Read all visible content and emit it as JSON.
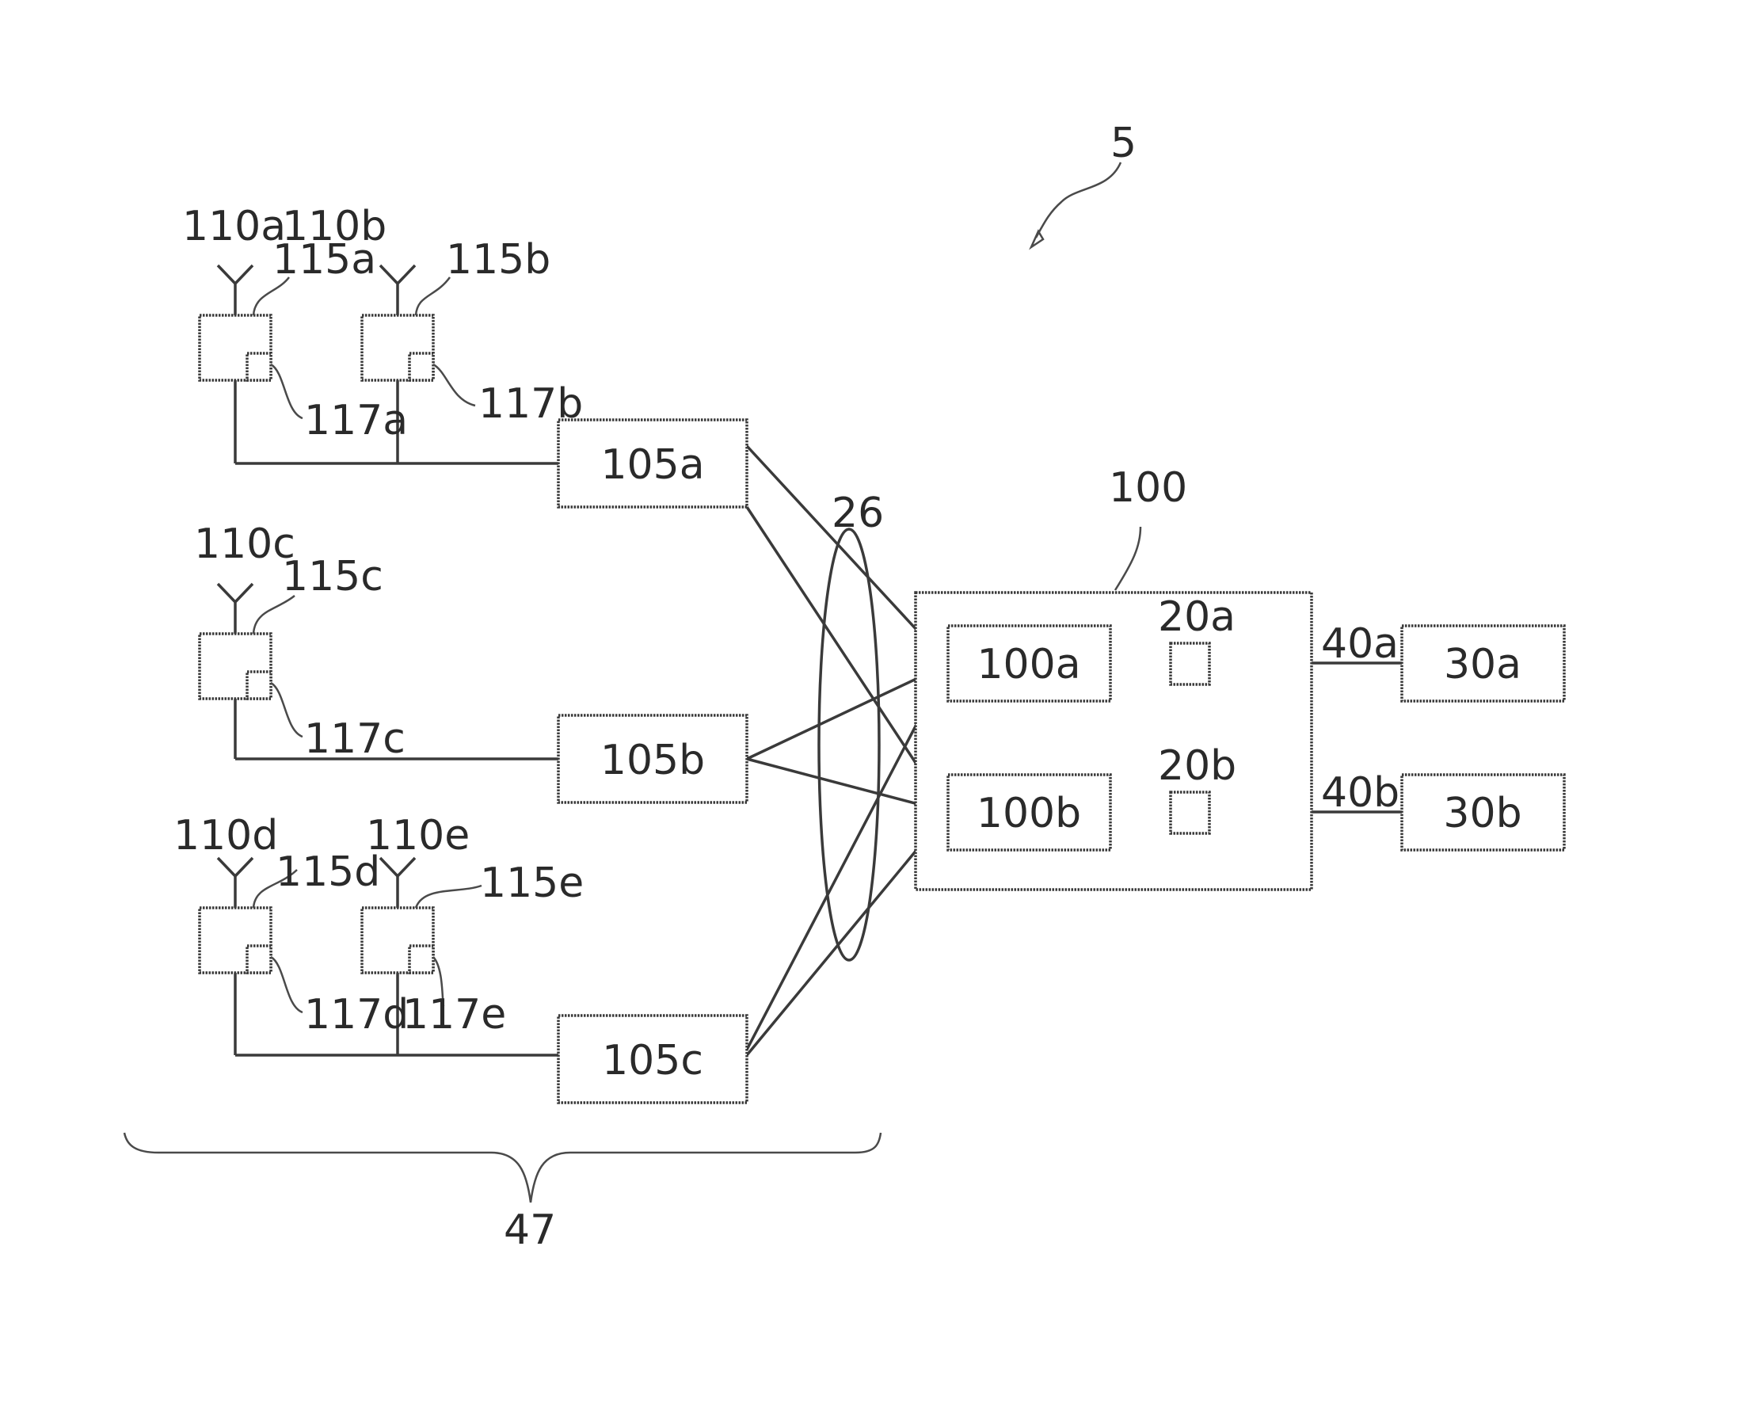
{
  "figure": {
    "ref_system": "5",
    "ref_antenna_a": "110a",
    "ref_antenna_b": "110b",
    "ref_antenna_c": "110c",
    "ref_antenna_d": "110d",
    "ref_antenna_e": "110e",
    "ref_radio_a": "115a",
    "ref_radio_b": "115b",
    "ref_radio_c": "115c",
    "ref_radio_d": "115d",
    "ref_radio_e": "115e",
    "ref_sub_a": "117a",
    "ref_sub_b": "117b",
    "ref_sub_c": "117c",
    "ref_sub_d": "117d",
    "ref_sub_e": "117e",
    "hub_a": "105a",
    "hub_b": "105b",
    "hub_c": "105c",
    "ref_links": "26",
    "ref_controller": "100",
    "unit_a": "100a",
    "unit_b": "100b",
    "ref_element_a": "20a",
    "ref_element_b": "20b",
    "ref_link_a": "40a",
    "ref_link_b": "40b",
    "node_a": "30a",
    "node_b": "30b",
    "ref_group": "47"
  }
}
